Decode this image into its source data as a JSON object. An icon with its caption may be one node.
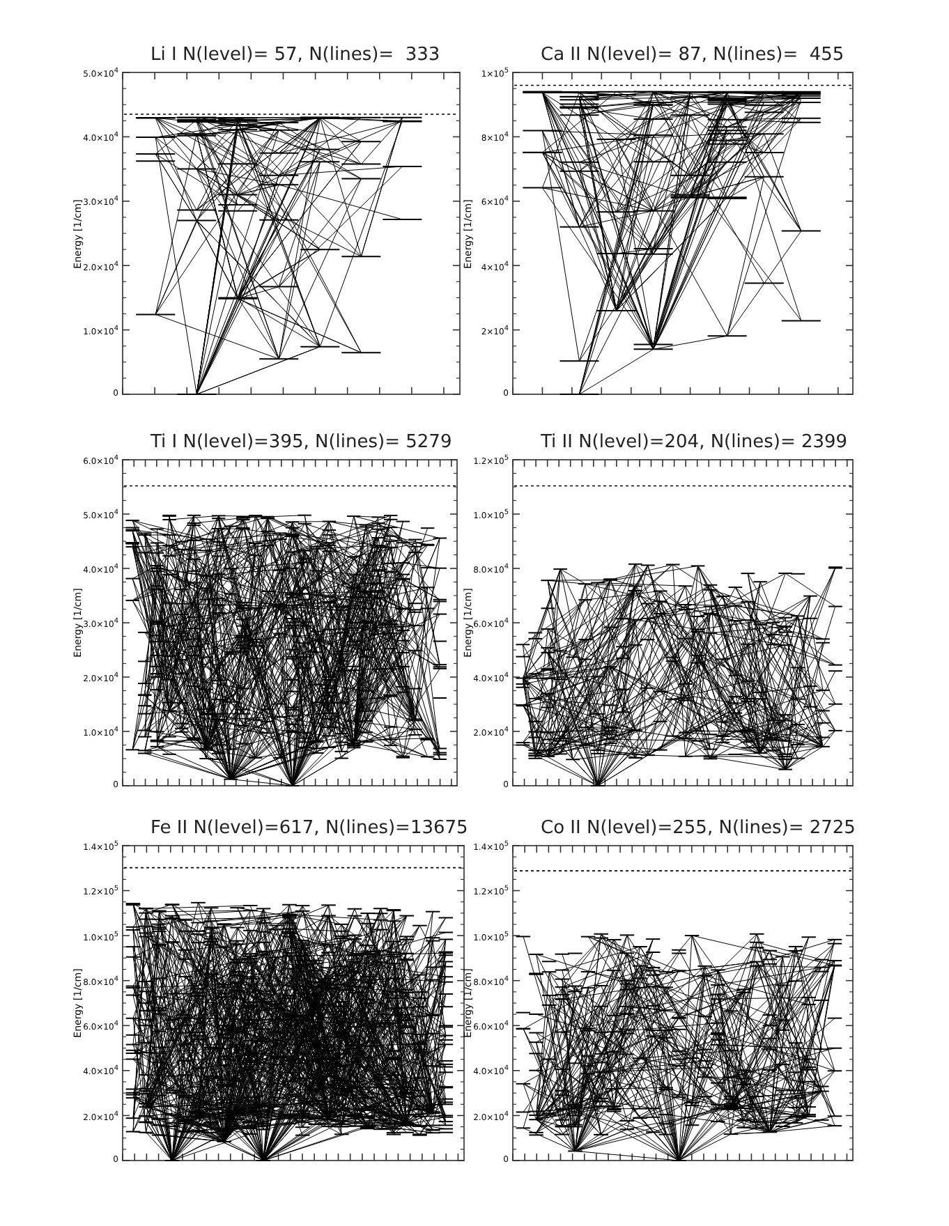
{
  "diagram": {
    "nodes": [
      {
        "text": [
          "Li I N(level)= 57, N(lines)=  333"
        ],
        "beside": [
          "5.0×10$^{4}$",
          "4.0×10$^{4}$",
          "3.0×10$^{4}$",
          "2.0×10$^{4}$",
          "1.0×10$^{4}$",
          "0",
          "Energy [1/cm]"
        ]
      },
      {
        "text": [
          "Ca II N(level)= 87, N(lines)=  455"
        ],
        "beside": [
          "1×10$^{5}$",
          "8×10$^{4}$",
          "6×10$^{4}$",
          "4×10$^{4}$",
          "2×10$^{4}$",
          "0",
          "Energy [1/cm]"
        ]
      },
      {
        "text": [
          "Ti I N(level)=395, N(lines)= 5279"
        ],
        "beside": [
          "6.0×10$^{4}$",
          "5.0×10$^{4}$",
          "4.0×10$^{4}$",
          "3.0×10$^{4}$",
          "2.0×10$^{4}$",
          "1.0×10$^{4}$",
          "0",
          "Energy [1/cm]"
        ]
      },
      {
        "text": [
          "Ti II N(level)=204, N(lines)= 2399"
        ],
        "beside": [
          "1.2×10$^{5}$",
          "1.0×10$^{5}$",
          "8.0×10$^{4}$",
          "6.0×10$^{4}$",
          "4.0×10$^{4}$",
          "2.0×10$^{4}$",
          "0",
          "Energy [1/cm]"
        ]
      },
      {
        "text": [
          "Fe II N(level)=617, N(lines)=13675"
        ],
        "beside": [
          "1.4×10$^{5}$",
          "1.2×10$^{5}$",
          "1.0×10$^{5}$",
          "8.0×10$^{4}$",
          "6.0×10$^{4}$",
          "4.0×10$^{4}$",
          "2.0×10$^{4}$",
          "0",
          "Energy [1/cm]"
        ]
      },
      {
        "text": [
          "Co II N(level)=255, N(lines)= 2725"
        ],
        "beside": [
          "1.4×10$^{5}$",
          "1.2×10$^{5}$",
          "1.0×10$^{5}$",
          "8.0×10$^{4}$",
          "6.0×10$^{4}$",
          "4.0×10$^{4}$",
          "2.0×10$^{4}$",
          "0",
          "Energy [1/cm]"
        ]
      }
    ]
  }
}
